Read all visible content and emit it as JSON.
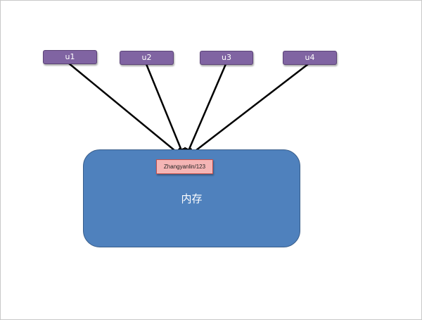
{
  "users": [
    {
      "id": "u1",
      "label": "u1"
    },
    {
      "id": "u2",
      "label": "u2"
    },
    {
      "id": "u3",
      "label": "u3"
    },
    {
      "id": "u4",
      "label": "u4"
    }
  ],
  "memory": {
    "label": "内存"
  },
  "credential": {
    "label": "Zhangyanlin/123"
  },
  "colors": {
    "user_fill": "#8064a2",
    "memory_fill": "#4f81bd",
    "credential_fill": "#f5b5b5",
    "arrow": "#000000"
  }
}
